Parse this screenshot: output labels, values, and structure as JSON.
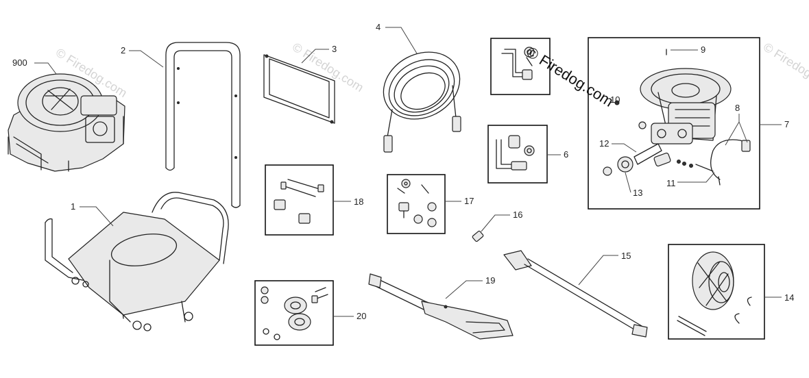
{
  "watermarks": {
    "text": "© Firedog.com",
    "prominent": "© Firedog.com"
  },
  "callouts": {
    "c900": "900",
    "c1": "1",
    "c2": "2",
    "c3": "3",
    "c4": "4",
    "c6": "6",
    "c7": "7",
    "c8": "8",
    "c9": "9",
    "c10": "10",
    "c11": "11",
    "c12": "12",
    "c13": "13",
    "c14": "14",
    "c15": "15",
    "c16": "16",
    "c17": "17",
    "c18": "18",
    "c19": "19",
    "c20": "20"
  }
}
